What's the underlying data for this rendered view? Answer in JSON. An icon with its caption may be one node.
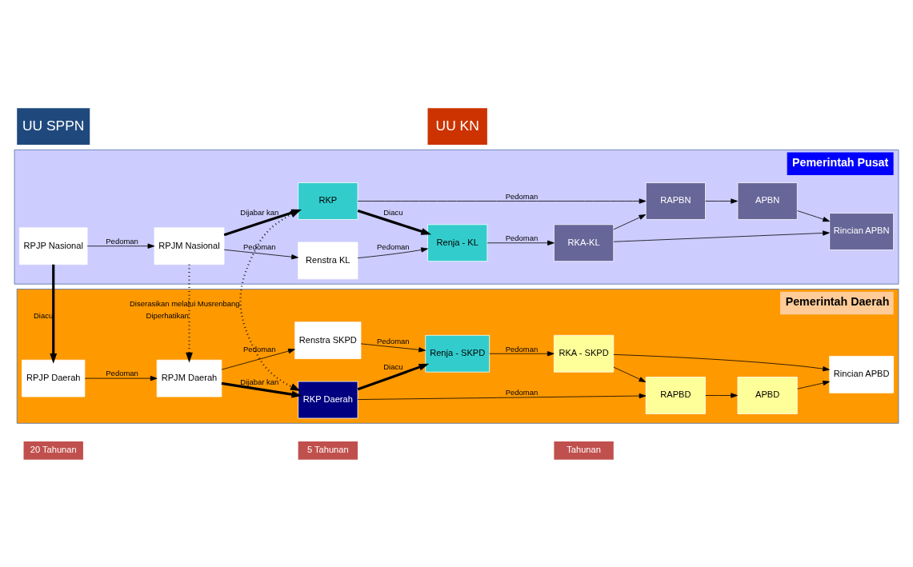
{
  "diagram": {
    "nodes": [
      {
        "text": [
          "Pemerintah Pusat"
        ]
      },
      {
        "text": [
          "Renstra KL"
        ],
        "in": 0
      },
      {
        "text": [
          "Renja - KL"
        ],
        "in": 0
      },
      {
        "text": [
          "RKA-KL"
        ],
        "in": 0
      },
      {
        "text": [
          "Rincian APBN"
        ],
        "in": 0
      },
      {
        "text": [
          "RPJP Nasional"
        ],
        "in": 0
      },
      {
        "text": [
          "RPJM Nasional"
        ],
        "in": 0
      },
      {
        "text": [
          "RKP"
        ],
        "in": 0
      },
      {
        "text": [
          "RAPBN"
        ],
        "in": 0
      },
      {
        "text": [
          "APBN"
        ],
        "in": 0
      },
      {
        "text": [
          "Pemerintah Daerah"
        ]
      },
      {
        "text": [
          "RPJP Daerah"
        ],
        "in": 10
      },
      {
        "text": [
          "RPJM Daerah"
        ],
        "in": 10
      },
      {
        "text": [
          "RKP Daerah"
        ],
        "in": 10
      },
      {
        "text": [
          "RAPBD"
        ],
        "in": 10
      },
      {
        "text": [
          "APBD"
        ],
        "in": 10
      },
      {
        "text": [
          "Renstra SKPD"
        ],
        "in": 10
      },
      {
        "text": [
          "Renja - SKPD"
        ],
        "in": 10
      },
      {
        "text": [
          "RKA - SKPD"
        ],
        "in": 10
      },
      {
        "text": [
          "Rincian APBD"
        ],
        "in": 10
      }
    ],
    "edges": [
      {
        "from": 1,
        "to": 2,
        "arrow": "to",
        "label": "Pedoman"
      },
      {
        "from": 2,
        "to": 3,
        "arrow": "to",
        "label": "Pedoman"
      },
      {
        "from": 3,
        "to": 4,
        "arrow": "to"
      },
      {
        "from": 3,
        "to": 8,
        "arrow": "to"
      },
      {
        "from": 5,
        "to": 6,
        "arrow": "to",
        "label": "Pedoman"
      },
      {
        "from": 6,
        "to": 1,
        "arrow": "to",
        "label": "Pedoman"
      },
      {
        "from": 6,
        "to": 7,
        "arrow": "to",
        "label": "Dijabar kan",
        "style": "thick"
      },
      {
        "from": 7,
        "to": 2,
        "arrow": "to",
        "label": "Diacu",
        "style": "thick"
      },
      {
        "from": 7,
        "to": 8,
        "arrow": "to",
        "label": "Pedoman"
      },
      {
        "from": 8,
        "to": 9,
        "arrow": "to"
      },
      {
        "from": 9,
        "to": 4,
        "arrow": "to"
      },
      {
        "from": 5,
        "to": 11,
        "arrow": "to",
        "label": "Diacu",
        "style": "thick"
      },
      {
        "from": 6,
        "to": 12,
        "arrow": "to",
        "label": "Diperhatikan",
        "style": "dashed"
      },
      {
        "from": 7,
        "to": 13,
        "arrow": "both",
        "label": "Diserasikan melalui Musrenbang",
        "style": "dashed"
      },
      {
        "from": 11,
        "to": 12,
        "arrow": "to",
        "label": "Pedoman"
      },
      {
        "from": 12,
        "to": 13,
        "arrow": "to",
        "label": "Dijabar kan",
        "style": "thick"
      },
      {
        "from": 12,
        "to": 16,
        "arrow": "to",
        "label": "Pedoman"
      },
      {
        "from": 13,
        "to": 17,
        "arrow": "to",
        "label": "Diacu",
        "style": "thick"
      },
      {
        "from": 13,
        "to": 14,
        "arrow": "to",
        "label": "Pedoman"
      },
      {
        "from": 14,
        "to": 15,
        "arrow": "to"
      },
      {
        "from": 15,
        "to": 19,
        "arrow": "to"
      },
      {
        "from": 16,
        "to": 17,
        "arrow": "to",
        "label": "Pedoman"
      },
      {
        "from": 17,
        "to": 18,
        "arrow": "to",
        "label": "Pedoman"
      },
      {
        "from": 18,
        "to": 14,
        "arrow": "to"
      },
      {
        "from": 18,
        "to": 19,
        "arrow": "to"
      }
    ],
    "labels": [
      "20 Tahunan",
      "5 Tahunan",
      "Tahunan",
      "UU SPPN",
      "UU KN"
    ]
  }
}
